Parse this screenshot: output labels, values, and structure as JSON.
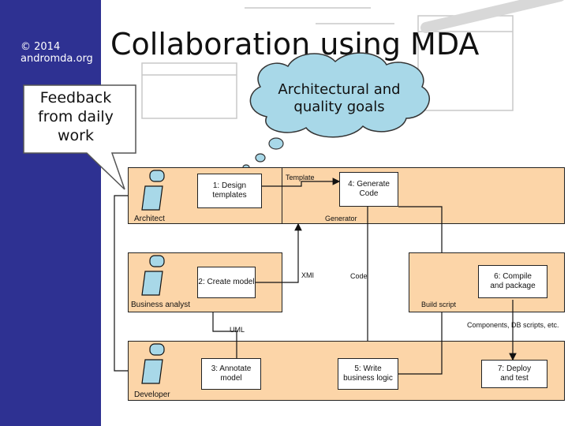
{
  "slide": {
    "title": "Collaboration using MDA",
    "copyright_line1": "© 2014",
    "copyright_line2": "andromda.org"
  },
  "callout": {
    "text_line1": "Feedback",
    "text_line2": "from daily",
    "text_line3": "work"
  },
  "cloud": {
    "text_line1": "Architectural and",
    "text_line2": "quality goals"
  },
  "roles": {
    "architect": "Architect",
    "business_analyst": "Business analyst",
    "developer": "Developer"
  },
  "steps": {
    "design_line1": "1: Design",
    "design_line2": "templates",
    "generate_line1": "4: Generate",
    "generate_line2": "Code",
    "create_model": "2: Create model",
    "compile_line1": "6: Compile",
    "compile_line2": "and package",
    "annotate_line1": "3: Annotate",
    "annotate_line2": "model",
    "write_line1": "5: Write",
    "write_line2": "business logic",
    "deploy_line1": "7: Deploy",
    "deploy_line2": "and test"
  },
  "flows": {
    "template": "Template",
    "generator": "Generator",
    "xmi": "XMI",
    "code": "Code",
    "build_script": "Build script",
    "uml": "UML",
    "components": "Components, DB scripts, etc."
  },
  "colors": {
    "sidebar": "#2e3192",
    "lane": "#fcd5a8",
    "cloud": "#a8d8e8"
  }
}
